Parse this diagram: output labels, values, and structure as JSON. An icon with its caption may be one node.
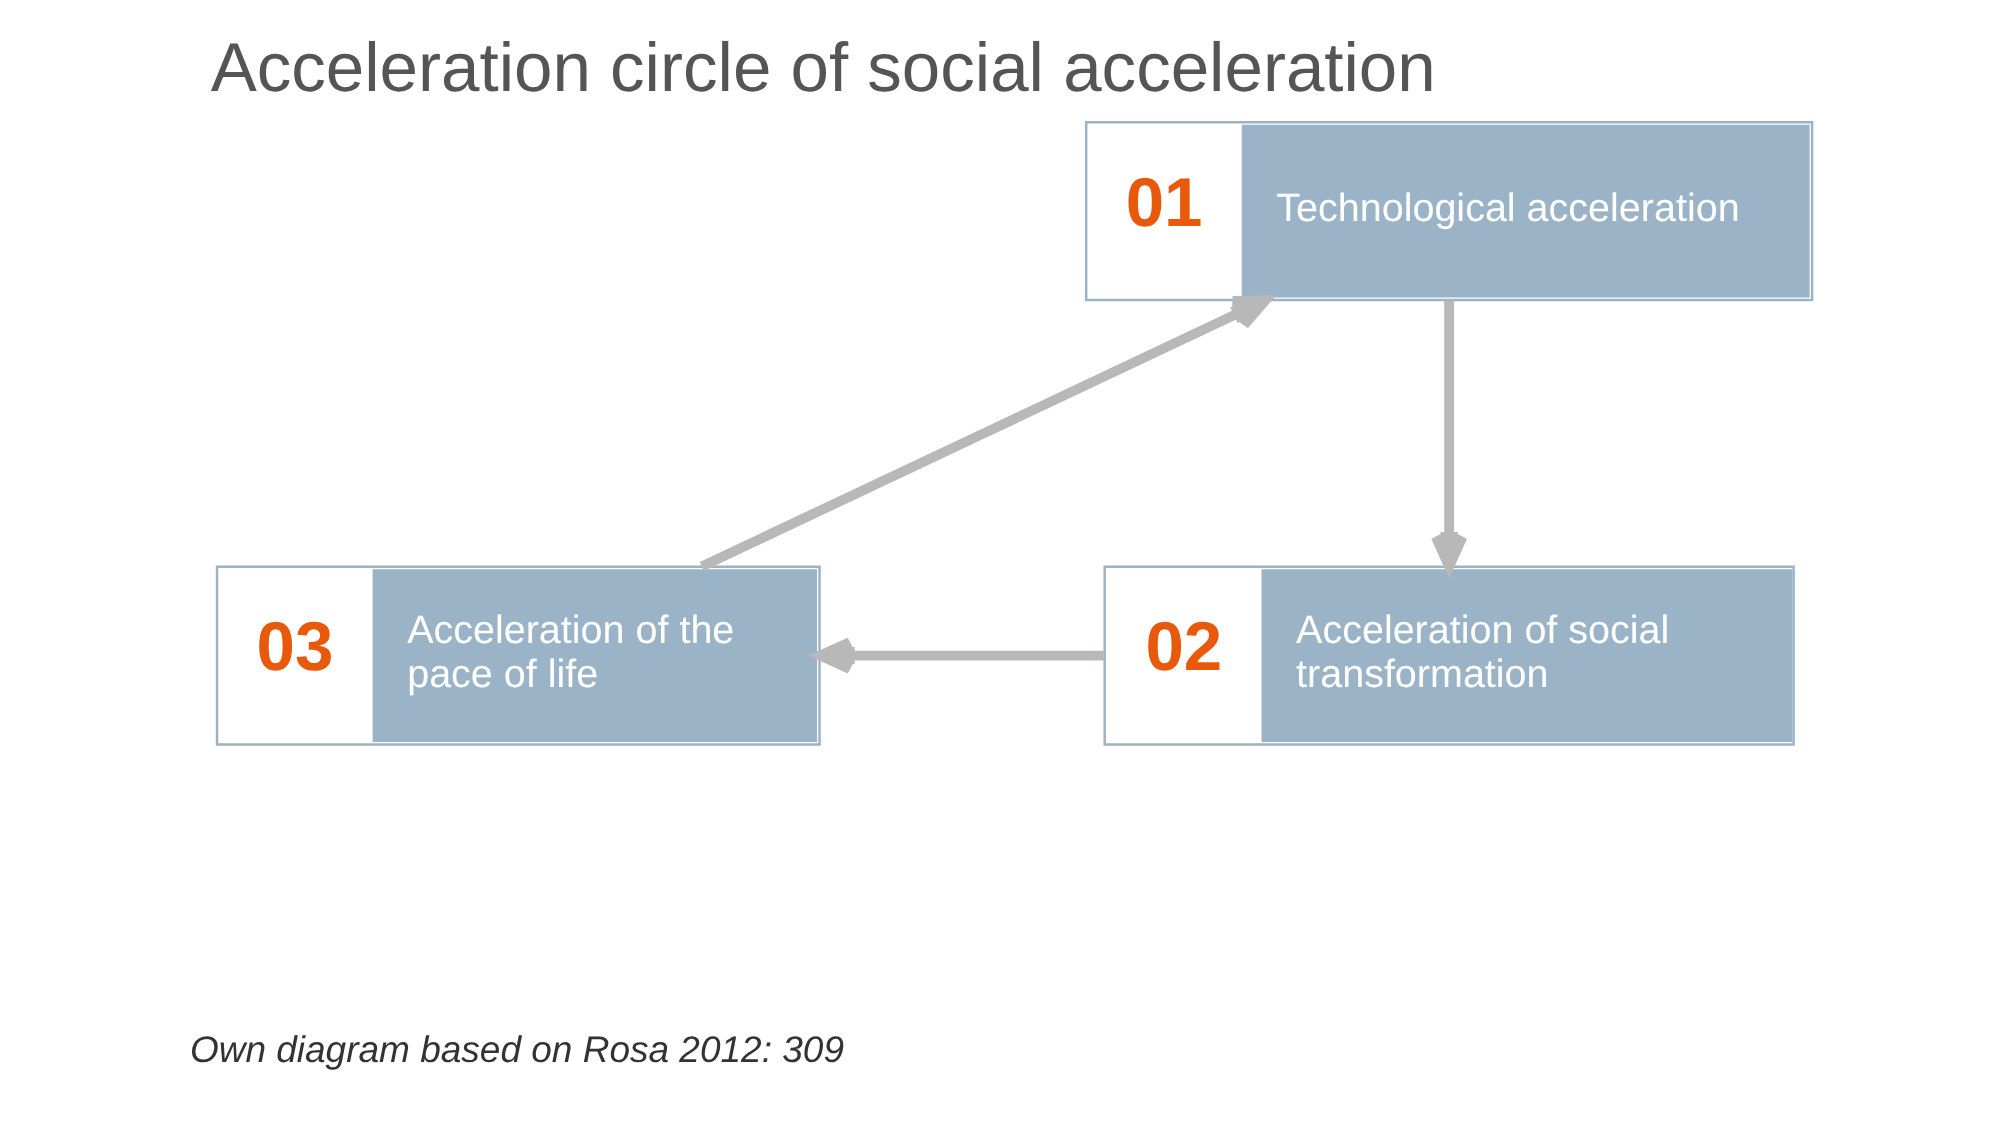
{
  "diagram": {
    "title": "Acceleration circle of social acceleration",
    "caption": "Own diagram based on Rosa 2012: 309",
    "nodes": [
      {
        "text": [
          "01",
          "Technological acceleration"
        ]
      },
      {
        "text": [
          "03",
          "Acceleration of the pace of life"
        ]
      },
      {
        "text": [
          "02",
          "Acceleration of social transformation"
        ]
      }
    ],
    "edges": [
      {
        "from": 0,
        "to": 2,
        "arrow": "to"
      },
      {
        "from": 2,
        "to": 1,
        "arrow": "to"
      },
      {
        "from": 1,
        "to": 0,
        "arrow": "to"
      }
    ]
  }
}
